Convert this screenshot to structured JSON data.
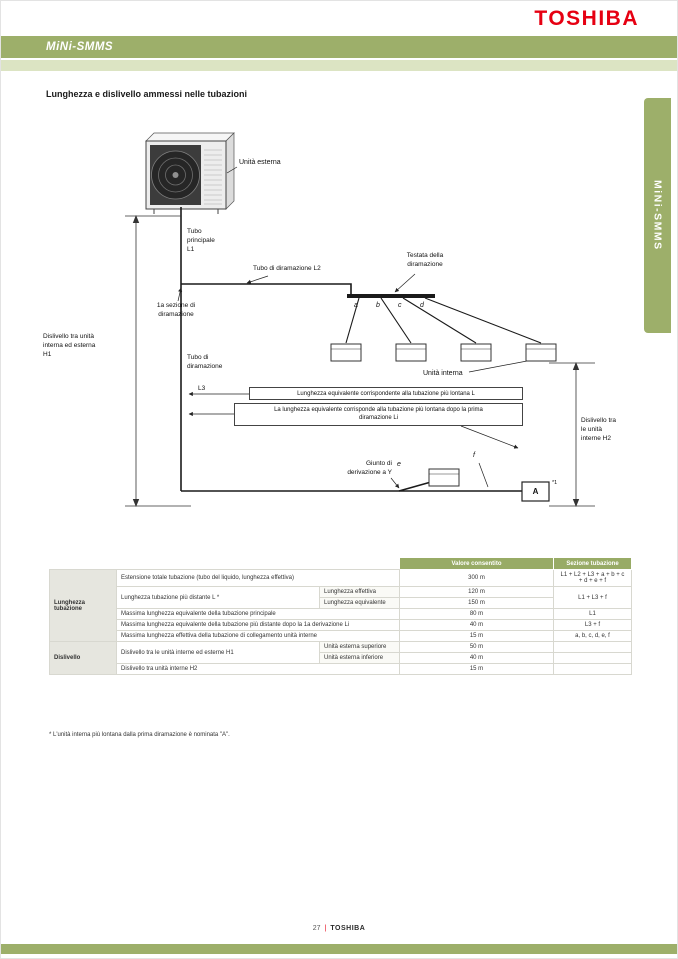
{
  "brand": {
    "logo": "TOSHIBA"
  },
  "header": {
    "banner_title": "MiNi-SMMS",
    "side_tab": "MiNi-SMMS"
  },
  "page": {
    "title": "Lunghezza e dislivello ammessi nelle tubazioni",
    "footnote": "* L'unità interna più lontana dalla prima diramazione è nominata \"A\".",
    "footer": {
      "page_number": "27",
      "divider": "|",
      "brand": "TOSHIBA"
    }
  },
  "colors": {
    "accent_green": "#9daf6a",
    "toshiba_red": "#e60012"
  },
  "diagram": {
    "outdoor_unit": "Unità esterna",
    "main_pipe": "Tubo\nprincipale\nL1",
    "branch_pipe_l2": "Tubo di diramazione L2",
    "branch_header": "Testata della\ndiramazione",
    "first_branch": "1a sezione di\ndiramazione",
    "h1": "Dislivello tra unità\ninterna ed esterna\nH1",
    "branch_pipe_l3": "Tubo di\ndiramazione",
    "l3_code": "L3",
    "indoor_unit": "Unità interna",
    "equivalent_length_l": "Lunghezza equivalente corrispondente alla tubazione più lontana L",
    "equivalent_length_li": "La lunghezza equivalente corrisponde alla tubazione più lontana dopo la prima diramazione Li",
    "h2": "Dislivello tra\nle unità\ninterne H2",
    "y_joint": "Giunto di\nderivazione a Y",
    "branches": {
      "a": "a",
      "b": "b",
      "c": "c",
      "d": "d",
      "e": "e",
      "f": "f"
    },
    "farthest_unit": "A",
    "farthest_unit_note": "*1"
  },
  "table": {
    "headers": {
      "value": "Valore consentito",
      "section": "Sezione tubazione"
    },
    "groups": {
      "length": "Lunghezza\ntubazione",
      "height": "Dislivello"
    },
    "rows": [
      {
        "desc": "Estensione totale tubazione (tubo del liquido, lunghezza effettiva)",
        "value": "300 m",
        "section": "L1 + L2 + L3 + a + b + c + d + e + f"
      },
      {
        "desc": "Lunghezza tubazione più distante L *",
        "sub1": "Lunghezza effettiva",
        "val1": "120 m",
        "sub2": "Lunghezza equivalente",
        "val2": "150 m",
        "section": "L1 + L3 + f"
      },
      {
        "desc": "Massima lunghezza equivalente della tubazione principale",
        "value": "80 m",
        "section": "L1"
      },
      {
        "desc": "Massima lunghezza equivalente della tubazione più distante dopo la 1a derivazione Li",
        "value": "40 m",
        "section": "L3 + f"
      },
      {
        "desc": "Massima lunghezza effettiva della tubazione di collegamento unità interne",
        "value": "15 m",
        "section": "a, b, c, d, e, f"
      },
      {
        "desc": "Dislivello tra le unità interne ed esterne H1",
        "sub1": "Unità esterna superiore",
        "val1": "50 m",
        "sub2": "Unità esterna inferiore",
        "val2": "40 m",
        "section": ""
      },
      {
        "desc": "Dislivello tra unità interne H2",
        "value": "15 m",
        "section": ""
      }
    ]
  }
}
